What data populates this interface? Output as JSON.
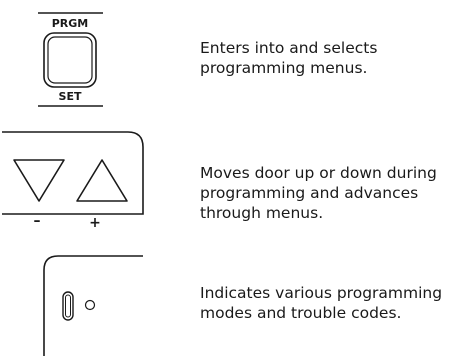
{
  "items": [
    {
      "button": {
        "top_label": "PRGM",
        "bottom_label": "SET"
      },
      "description": [
        "Enters into and selects",
        "programming menus."
      ]
    },
    {
      "button": {
        "minus_label": "–",
        "plus_label": "+"
      },
      "description": [
        "Moves door up or down during",
        "programming and advances",
        "through menus."
      ]
    },
    {
      "button": {},
      "description": [
        "Indicates various programming",
        "modes and trouble codes."
      ]
    }
  ]
}
